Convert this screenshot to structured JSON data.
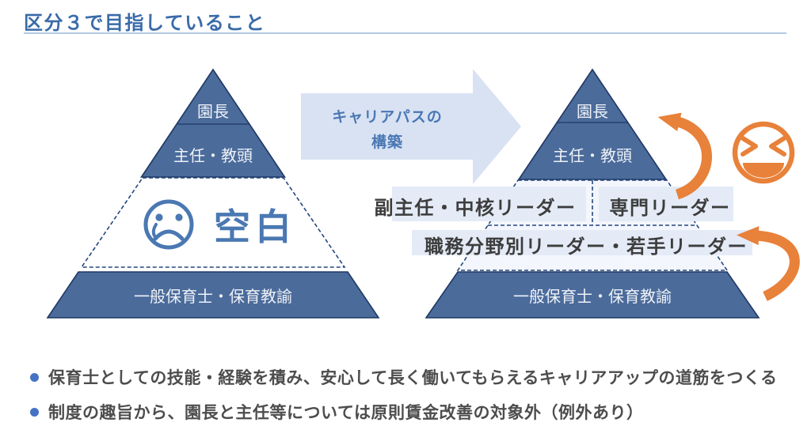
{
  "title": "区分３で目指していること",
  "arrow": {
    "label_line1": "キャリアパスの",
    "label_line2": "構築"
  },
  "left_pyramid": {
    "top": "園長",
    "second": "主任・教頭",
    "gap_label": "空白",
    "bottom": "一般保育士・保育教諭"
  },
  "right_pyramid": {
    "top": "園長",
    "second": "主任・教頭",
    "mid_left": "副主任・中核リーダー",
    "mid_right": "専門リーダー",
    "mid_lower": "職務分野別リーダー・若手リーダー",
    "bottom": "一般保育士・保育教諭"
  },
  "bullets": [
    "保育士としての技能・経験を積み、安心して長く働いてもらえるキャリアアップの道筋をつくる",
    "制度の趣旨から、園長と主任等については原則賃金改善の対象外（例外あり）"
  ],
  "icons": {
    "blank_mood": "sad-face-icon",
    "result_mood": "laughing-face-icon",
    "promotion_top": "curved-arrow-icon",
    "promotion_bottom": "curved-arrow-icon"
  },
  "colors": {
    "pyramid_fill": "#4b6b9b",
    "pyramid_border": "#1f3864",
    "title_blue": "#3a6ba8",
    "accent_blue": "#4a78b2",
    "light_zone": "#f3f6fc",
    "light_cell": "#e4ebf7",
    "arrow_fill": "#d9e2f3",
    "orange": "#e8813a",
    "bullet_dot": "#4472c4",
    "body_text": "#4d4d4d"
  }
}
